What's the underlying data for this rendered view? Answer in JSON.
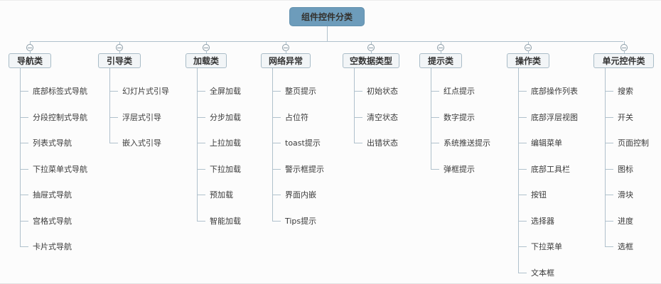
{
  "root": {
    "label": "组件控件分类"
  },
  "branches": [
    {
      "label": "导航类",
      "children": [
        "底部标签式导航",
        "分段控制式导航",
        "列表式导航",
        "下拉菜单式导航",
        "抽屉式导航",
        "宫格式导航",
        "卡片式导航"
      ]
    },
    {
      "label": "引导类",
      "children": [
        "幻灯片式引导",
        "浮层式引导",
        "嵌入式引导"
      ]
    },
    {
      "label": "加载类",
      "children": [
        "全屏加载",
        "分步加载",
        "上拉加载",
        "下拉加载",
        "预加载",
        "智能加载"
      ]
    },
    {
      "label": "网络异常",
      "children": [
        "整页提示",
        "占位符",
        "toast提示",
        "警示框提示",
        "界面内嵌",
        "Tips提示"
      ]
    },
    {
      "label": "空数据类型",
      "children": [
        "初始状态",
        "清空状态",
        "出错状态"
      ]
    },
    {
      "label": "提示类",
      "children": [
        "红点提示",
        "数字提示",
        "系统推送提示",
        "弹框提示"
      ]
    },
    {
      "label": "操作类",
      "children": [
        "底部操作列表",
        "底部浮层视图",
        "编辑菜单",
        "底部工具栏",
        "按钮",
        "选择器",
        "下拉菜单",
        "文本框"
      ]
    },
    {
      "label": "单元控件类",
      "children": [
        "搜索",
        "开关",
        "页面控制",
        "图标",
        "滑块",
        "进度",
        "选框"
      ]
    }
  ],
  "icons": {
    "collapse": "minus-circle"
  },
  "colors": {
    "root_bg": "#6d9cbb",
    "node_bg": "#f2f5f7",
    "node_border": "#a9bcc7",
    "connector": "#b0c1cc",
    "text": "#333333"
  }
}
